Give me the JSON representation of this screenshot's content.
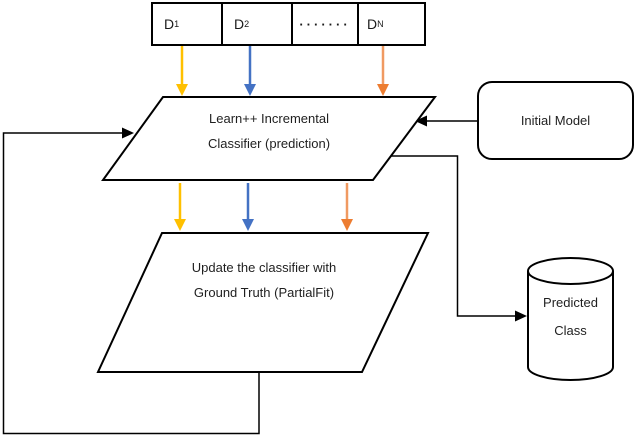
{
  "figure": {
    "data_blocks": {
      "cells": [
        {
          "label": "D",
          "sub": "1"
        },
        {
          "label": "D",
          "sub": "2"
        },
        {
          "label": "·······",
          "sub": ""
        },
        {
          "label": "D",
          "sub": "N"
        }
      ]
    },
    "learn_classifier": {
      "line1": "Learn++ Incremental",
      "line2": "Classifier (prediction)"
    },
    "update_classifier": {
      "line1": "Update the classifier with",
      "line2": "Ground Truth (PartialFit)"
    },
    "initial_model": {
      "label": "Initial Model"
    },
    "predicted_class": {
      "line1": "Predicted",
      "line2": "Class"
    },
    "colors": {
      "arrow_yellow": "#FFC000",
      "arrow_blue": "#4472C4",
      "arrow_orange": "#ED7D31",
      "arrow_orange_shaft": "#F09A61",
      "line_black": "#000000"
    }
  }
}
